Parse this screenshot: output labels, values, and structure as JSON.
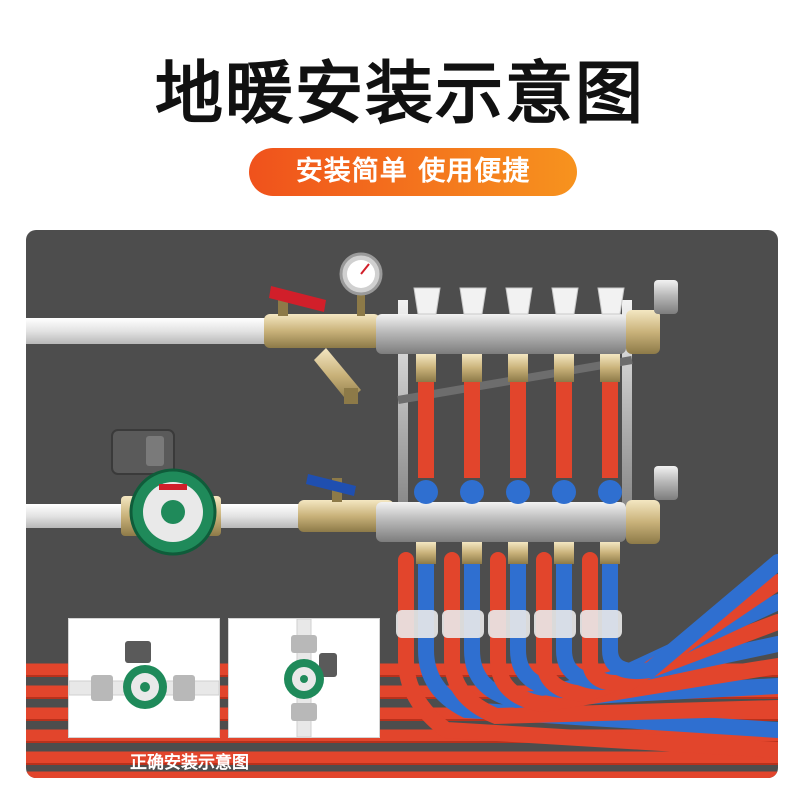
{
  "header": {
    "title": "地暖安装示意图",
    "subtitle": "安装简单 使用便捷"
  },
  "caption": {
    "text": "正确安装示意图"
  },
  "colors": {
    "badge_start": "#f0521c",
    "badge_end": "#f7931e",
    "panel_bg": "#4d4d4d",
    "pipe_red": "#e2452c",
    "pipe_blue": "#2f6fd0",
    "pump_green": "#1f8a5a"
  },
  "icons": {
    "pump": "circulation-pump-icon",
    "gauge": "pressure-gauge-icon",
    "valve": "ball-valve-icon"
  }
}
